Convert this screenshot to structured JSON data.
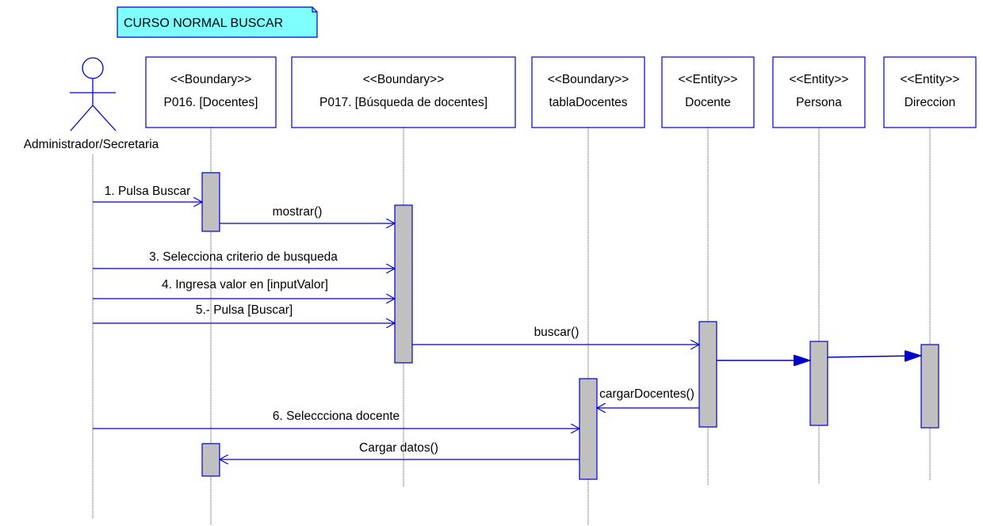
{
  "colors": {
    "line": "#0000cc",
    "activation_fill": "#c0c0c0",
    "note_fill": "#80ffff",
    "background": "#ffffff"
  },
  "note": {
    "label": "CURSO NORMAL BUSCAR"
  },
  "actor": {
    "label": "Administrador/Secretaria"
  },
  "participants": [
    {
      "stereotype": "<<Boundary>>",
      "name": "P016. [Docentes]"
    },
    {
      "stereotype": "<<Boundary>>",
      "name": "P017. [Búsqueda de docentes]"
    },
    {
      "stereotype": "<<Boundary>>",
      "name": "tablaDocentes"
    },
    {
      "stereotype": "<<Entity>>",
      "name": "Docente"
    },
    {
      "stereotype": "<<Entity>>",
      "name": "Persona"
    },
    {
      "stereotype": "<<Entity>>",
      "name": "Direccion"
    }
  ],
  "messages": [
    {
      "label": "1. Pulsa Buscar",
      "from": "actor",
      "to": "P016. [Docentes]"
    },
    {
      "label": "mostrar()",
      "from": "P016. [Docentes]",
      "to": "P017. [Búsqueda de docentes]"
    },
    {
      "label": "3. Selecciona criterio de busqueda",
      "from": "actor",
      "to": "P017. [Búsqueda de docentes]"
    },
    {
      "label": "4. Ingresa valor en [inputValor]",
      "from": "actor",
      "to": "P017. [Búsqueda de docentes]"
    },
    {
      "label": "5.- Pulsa [Buscar]",
      "from": "actor",
      "to": "P017. [Búsqueda de docentes]"
    },
    {
      "label": "buscar()",
      "from": "P017. [Búsqueda de docentes]",
      "to": "Docente"
    },
    {
      "label": "",
      "from": "Docente",
      "to": "Persona"
    },
    {
      "label": "",
      "from": "Persona",
      "to": "Direccion"
    },
    {
      "label": "cargarDocentes()",
      "from": "Docente",
      "to": "tablaDocentes"
    },
    {
      "label": "6. Seleccciona docente",
      "from": "actor",
      "to": "tablaDocentes"
    },
    {
      "label": "Cargar datos()",
      "from": "tablaDocentes",
      "to": "P016. [Docentes]"
    }
  ]
}
